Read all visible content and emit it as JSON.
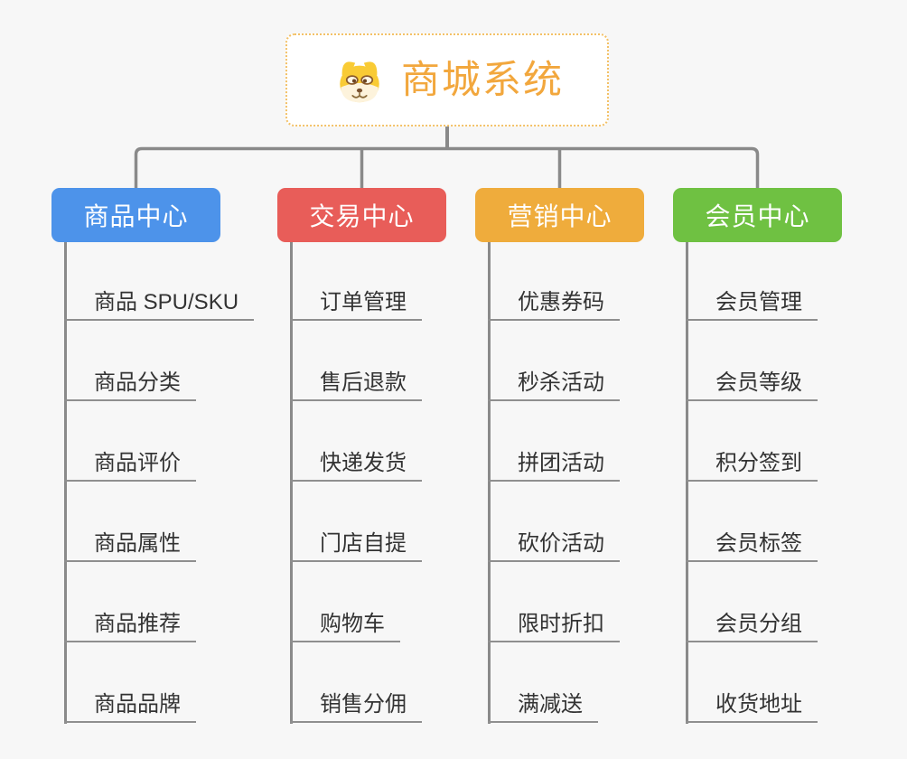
{
  "root": {
    "title": "商城系统",
    "icon": "dog-face-icon"
  },
  "branches": [
    {
      "label": "商品中心",
      "color": "#4d93ea",
      "children": [
        "商品 SPU/SKU",
        "商品分类",
        "商品评价",
        "商品属性",
        "商品推荐",
        "商品品牌"
      ]
    },
    {
      "label": "交易中心",
      "color": "#e85d59",
      "children": [
        "订单管理",
        "售后退款",
        "快递发货",
        "门店自提",
        "购物车",
        "销售分佣"
      ]
    },
    {
      "label": "营销中心",
      "color": "#efac3c",
      "children": [
        "优惠券码",
        "秒杀活动",
        "拼团活动",
        "砍价活动",
        "限时折扣",
        "满减送"
      ]
    },
    {
      "label": "会员中心",
      "color": "#6fc142",
      "children": [
        "会员管理",
        "会员等级",
        "积分签到",
        "会员标签",
        "会员分组",
        "收货地址"
      ]
    }
  ],
  "theme": {
    "background": "#f7f7f7",
    "connector": "#8a8a8a",
    "leaf_line": "#8f8f8f",
    "leaf_text": "#333333",
    "root_border": "#f3c167",
    "root_title_color": "#f2a73d",
    "branch_colors": [
      "#4d93ea",
      "#e85d59",
      "#efac3c",
      "#6fc142"
    ]
  }
}
